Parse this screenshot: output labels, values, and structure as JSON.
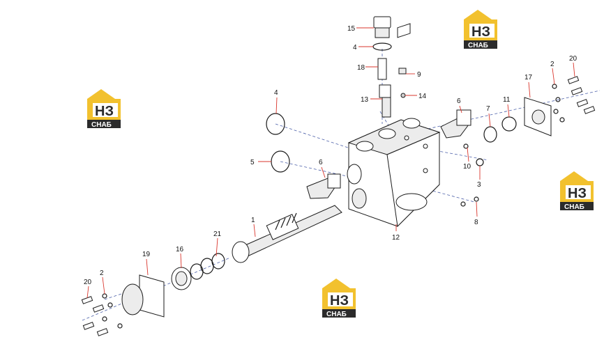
{
  "logo": {
    "letters": "НЗ",
    "caption": "СНАБ",
    "color_gold": "#f2c12e",
    "color_dark": "#2b2b2b"
  },
  "callouts": [
    "15",
    "4",
    "18",
    "9",
    "13",
    "14",
    "6",
    "7",
    "11",
    "17",
    "2",
    "20",
    "4",
    "5",
    "6",
    "10",
    "3",
    "1",
    "8",
    "12",
    "21",
    "16",
    "19",
    "2",
    "20"
  ],
  "colors": {
    "leader": "#d9342b",
    "axis": "#4a5ea8",
    "line": "#1a1a1a"
  }
}
